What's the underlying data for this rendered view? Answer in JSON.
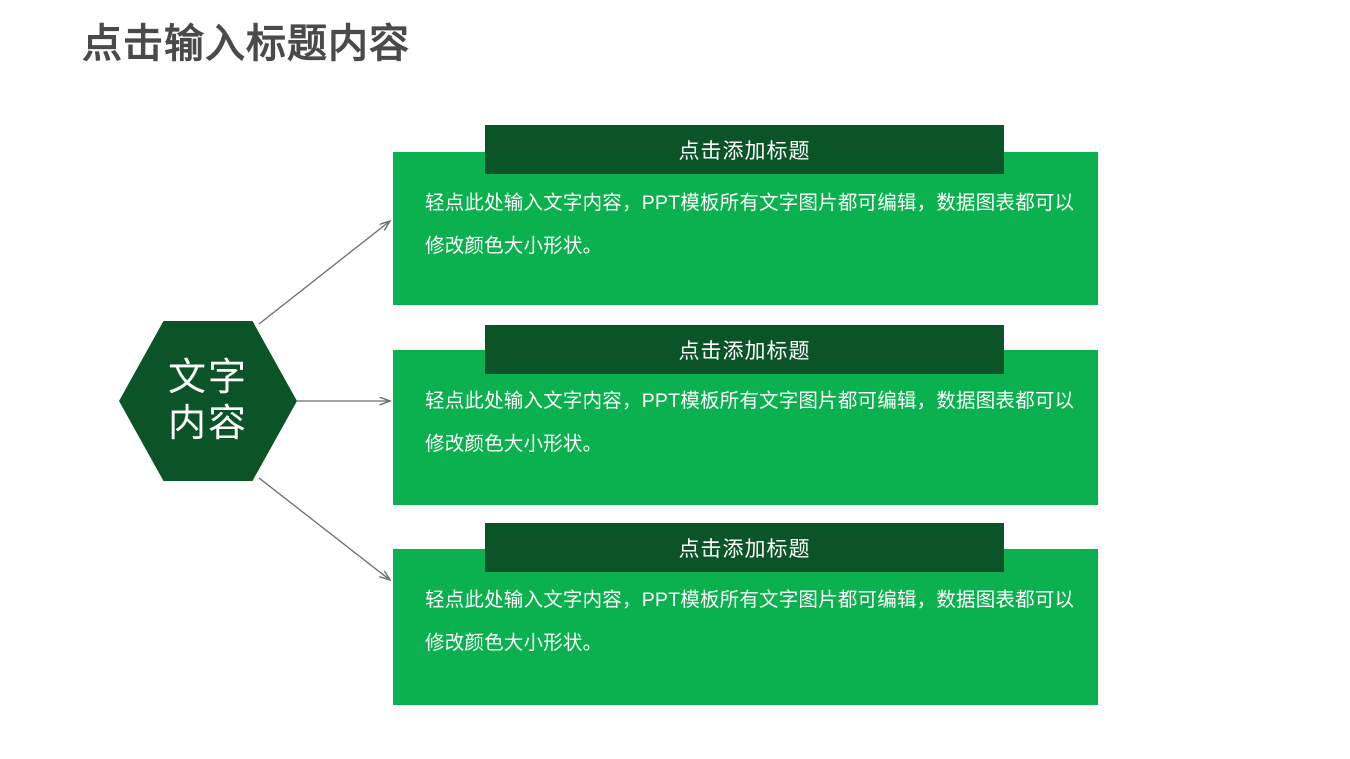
{
  "page": {
    "title": "点击输入标题内容",
    "background_color": "#ffffff",
    "title_color": "#4a4a4a"
  },
  "colors": {
    "dark_green": "#0b5427",
    "light_green": "#0ab14e",
    "arrow_gray": "#6b6b6b",
    "text_white": "#ffffff"
  },
  "hub": {
    "label_line1": "文字",
    "label_line2": "内容",
    "shape": "hexagon"
  },
  "sections": [
    {
      "header": "点击添加标题",
      "body": "轻点此处输入文字内容，PPT模板所有文字图片都可编辑，数据图表都可以修改颜色大小形状。"
    },
    {
      "header": "点击添加标题",
      "body": "轻点此处输入文字内容，PPT模板所有文字图片都可编辑，数据图表都可以修改颜色大小形状。"
    },
    {
      "header": "点击添加标题",
      "body": "轻点此处输入文字内容，PPT模板所有文字图片都可编辑，数据图表都可以修改颜色大小形状。"
    }
  ]
}
